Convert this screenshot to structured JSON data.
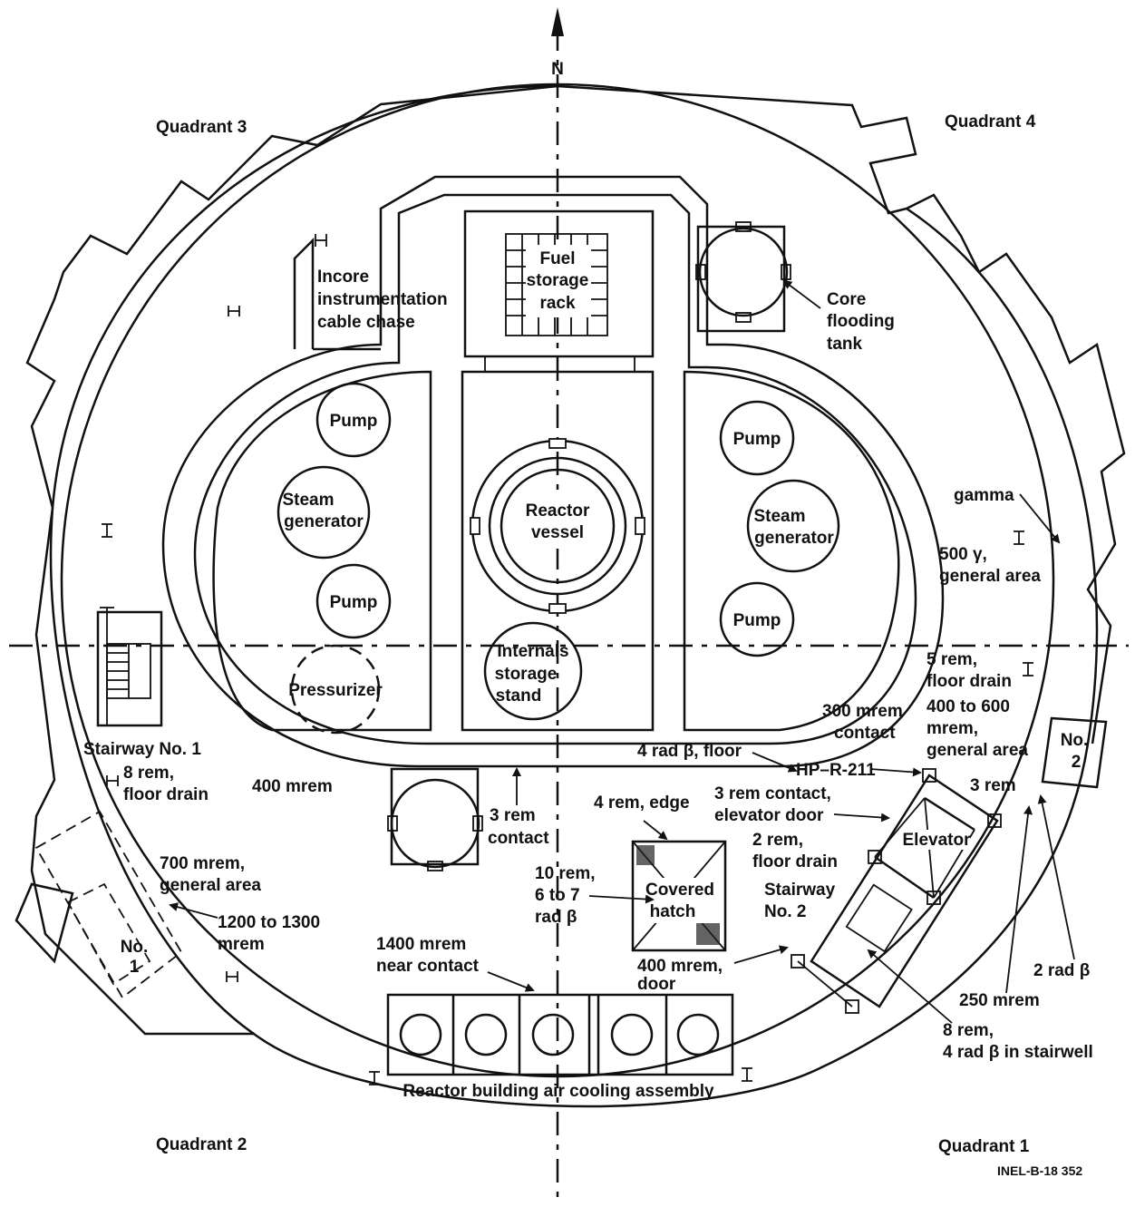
{
  "north": "N",
  "quadrants": {
    "q1": "Quadrant 1",
    "q2": "Quadrant 2",
    "q3": "Quadrant 3",
    "q4": "Quadrant 4"
  },
  "components": {
    "fuel_rack": [
      "Fuel",
      "storage",
      "rack"
    ],
    "incore": [
      "Incore",
      "instrumentation",
      "cable chase"
    ],
    "core_flood": [
      "Core",
      "flooding",
      "tank"
    ],
    "pump": "Pump",
    "steam_gen": [
      "Steam",
      "generator"
    ],
    "reactor_vessel": [
      "Reactor",
      "vessel"
    ],
    "pressurizer": "Pressurizer",
    "internals": [
      "Internals",
      "storage",
      "stand"
    ],
    "stair1": "Stairway No. 1",
    "stair2": [
      "Stairway",
      "No. 2"
    ],
    "hatch": [
      "Covered",
      "hatch"
    ],
    "elevator": "Elevator",
    "no1": [
      "No.",
      "1"
    ],
    "no2": [
      "No.",
      "2"
    ],
    "air_cooling": "Reactor building air cooling assembly",
    "figure_id": "INEL-B-18 352"
  },
  "readings": {
    "gamma": "gamma",
    "r500": [
      "500 γ,",
      "general area"
    ],
    "r5rem": [
      "5 rem,",
      "floor drain"
    ],
    "r400_600": [
      "400 to 600",
      "mrem,",
      "general area"
    ],
    "r300": [
      "300 mrem",
      "contact"
    ],
    "r4rad": "4 rad β, floor",
    "hp": "HP–R-211",
    "r3rem": "3 rem",
    "r3contact": [
      "3 rem contact,",
      "elevator door"
    ],
    "r2rem": [
      "2 rem,",
      "floor drain"
    ],
    "r4edge": "4 rem, edge",
    "r3remc": [
      "3 rem",
      "contact"
    ],
    "r10": [
      "10 rem,",
      "6 to 7",
      "rad β"
    ],
    "r8rem_l": [
      "8 rem,",
      "floor drain"
    ],
    "r400": "400 mrem",
    "r700": [
      "700 mrem,",
      "general area"
    ],
    "r1200": [
      "1200 to 1300",
      "mrem"
    ],
    "r1400": [
      "1400 mrem",
      "near contact"
    ],
    "r400door": [
      "400 mrem,",
      "door"
    ],
    "r2rad": "2 rad β",
    "r250": "250 mrem",
    "r8rem_r": [
      "8 rem,",
      "4 rad β in stairwell"
    ]
  }
}
